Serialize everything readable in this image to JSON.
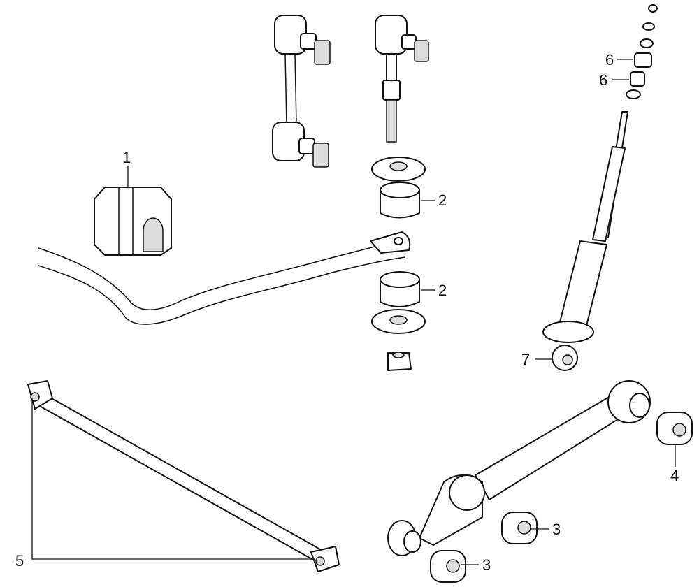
{
  "diagram": {
    "callouts": [
      {
        "id": "bushing-stabilizer",
        "label": "1"
      },
      {
        "id": "link-bushing-upper",
        "label": "2"
      },
      {
        "id": "link-bushing-lower",
        "label": "2"
      },
      {
        "id": "shock-bushing-upper",
        "label": "6"
      },
      {
        "id": "shock-bushing-lower",
        "label": "6"
      },
      {
        "id": "shock-lower-bushing",
        "label": "7"
      },
      {
        "id": "arm-bushing-rear",
        "label": "4"
      },
      {
        "id": "arm-bushing-front-upper",
        "label": "3"
      },
      {
        "id": "arm-bushing-front-lower",
        "label": "3"
      },
      {
        "id": "lateral-rod-bushing",
        "label": "5"
      }
    ]
  }
}
